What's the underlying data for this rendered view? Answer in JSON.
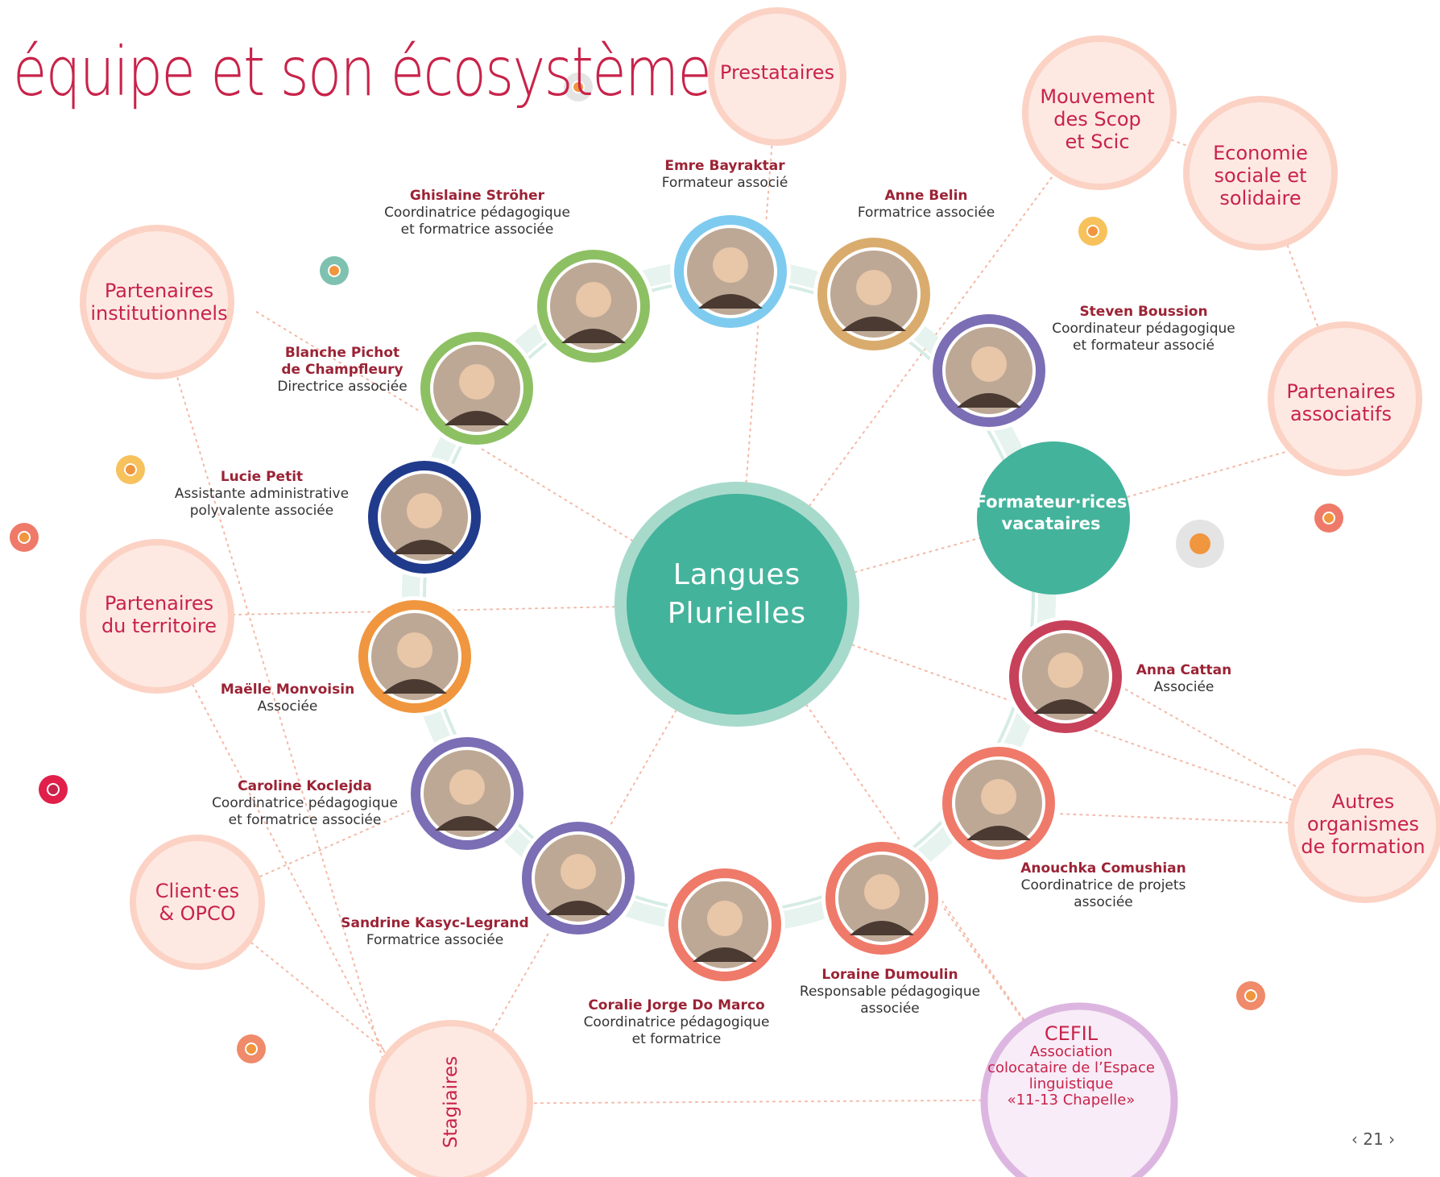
{
  "title": "équipe et son écosystème",
  "center": {
    "label": "Langues\nPlurielles"
  },
  "vacataires": {
    "label": "Formateur·rices\nvacataires"
  },
  "ecosystem": {
    "prestataires": "Prestataires",
    "mouvement_scop": "Mouvement\ndes Scop\net Scic",
    "economie_sociale": "Economie\nsociale et\nsolidaire",
    "partenaires_associatifs": "Partenaires\nassociatifs",
    "partenaires_institutionnels": "Partenaires\ninstitutionnels",
    "partenaires_territoire": "Partenaires\ndu territoire",
    "autres_organismes": "Autres\norganismes\nde formation",
    "clients_opco": "Client·es\n& OPCO",
    "stagiaires": "Stagiaires",
    "cefil_title": "CEFIL",
    "cefil_subtitle": "Association\ncolocataire de l’Espace\nlinguistique\n«11-13 Chapelle»"
  },
  "team": [
    {
      "name": "Emre Bayraktar",
      "role": "Formateur associé",
      "ring": "#7ecbef"
    },
    {
      "name": "Anne Belin",
      "role": "Formatrice associée",
      "ring": "#d9ac6d"
    },
    {
      "name": "Steven Boussion",
      "role": "Coordinateur pédagogique\net formateur associé",
      "ring": "#7b6eb5"
    },
    {
      "name": "Ghislaine Ströher",
      "role": "Coordinatrice pédagogique\net formatrice associée",
      "ring": "#8dc063"
    },
    {
      "name": "Blanche Pichot\nde Champfleury",
      "role": "Directrice associée",
      "ring": "#8dc063"
    },
    {
      "name": "Lucie Petit",
      "role": "Assistante administrative\npolyvalente associée",
      "ring": "#213b8c"
    },
    {
      "name": "Maëlle Monvoisin",
      "role": "Associée",
      "ring": "#f0963e"
    },
    {
      "name": "Caroline Koclejda",
      "role": "Coordinatrice pédagogique\net formatrice associée",
      "ring": "#7b6eb5"
    },
    {
      "name": "Sandrine Kasyc-Legrand",
      "role": "Formatrice associée",
      "ring": "#7b6eb5"
    },
    {
      "name": "Coralie Jorge Do Marco",
      "role": "Coordinatrice pédagogique\net formatrice",
      "ring": "#ef7a6a"
    },
    {
      "name": "Loraine Dumoulin",
      "role": "Responsable pédagogique\nassociée",
      "ring": "#ef7a6a"
    },
    {
      "name": "Anouchka Comushian",
      "role": "Coordinatrice de projets\nassociée",
      "ring": "#ef7a6a"
    },
    {
      "name": "Anna Cattan",
      "role": "Associée",
      "ring": "#c8415a"
    }
  ],
  "colors": {
    "accent": "#c8234a",
    "teal": "#44b39b",
    "teal_ring": "#a8dacc",
    "bubble_fill": "#fde9e2",
    "bubble_ring": "#fbd2c4",
    "cefil_ring": "#dcb6e0",
    "cefil_fill": "#f7ecf7",
    "link": "#f3b9a6"
  },
  "page_number": "‹ 21 ›"
}
